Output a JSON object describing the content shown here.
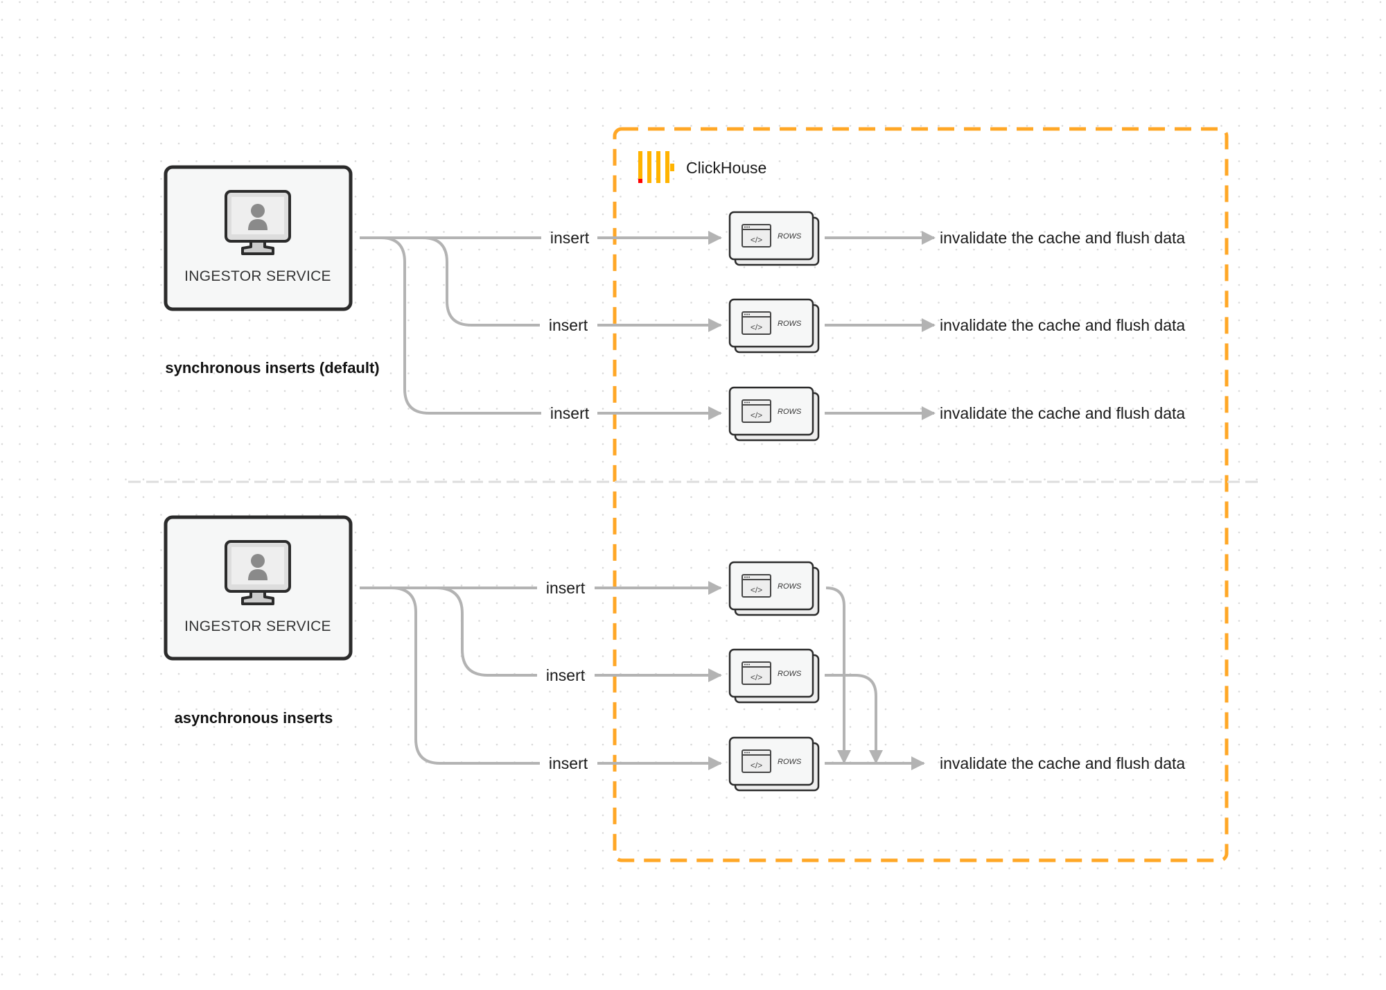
{
  "brand": {
    "name": "ClickHouse",
    "accent": "#FFA726",
    "logo_bar_color": "#FFB300",
    "logo_dot_color": "#FF0000"
  },
  "sections": [
    {
      "caption": "synchronous inserts (default)",
      "service_label": "INGESTOR SERVICE",
      "inserts": [
        "insert",
        "insert",
        "insert"
      ],
      "block_label": "ROWS",
      "outputs": [
        "invalidate the cache and flush data",
        "invalidate the cache and flush data",
        "invalidate the cache and flush data"
      ]
    },
    {
      "caption": "asynchronous inserts",
      "service_label": "INGESTOR SERVICE",
      "inserts": [
        "insert",
        "insert",
        "insert"
      ],
      "block_label": "ROWS",
      "outputs": [
        "invalidate the cache and flush data"
      ]
    }
  ],
  "colors": {
    "flow": "#b3b3b3",
    "separator": "#dddddd",
    "box_border": "#2b2b2b",
    "box_fill": "#f6f7f7"
  }
}
